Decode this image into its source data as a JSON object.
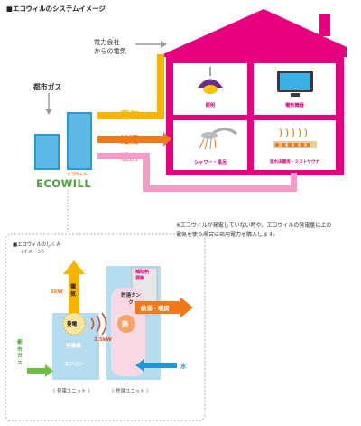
{
  "title": "■エコウィルのシステムイメージ",
  "electric_company": [
    "電力会社",
    "からの電気"
  ],
  "city_gas": "都市ガス",
  "lines": {
    "electricity": "電気",
    "hot_water": "給湯",
    "heating": "暖房"
  },
  "logo": {
    "text": "ECOWILL",
    "kana": "エコウィル"
  },
  "rooms": {
    "lighting": "照明",
    "appliances": "電気機器",
    "shower": "シャワー・風呂",
    "floor_heating": "温水床暖房・ミストサウナ"
  },
  "note": [
    "※エコウィルが発電していない時や、エコウィルの発電量以上の",
    "電気を使う場合は商用電力を購入します。"
  ],
  "inset": {
    "title": [
      "■エコウィルのしくみ",
      "（イメージ）"
    ],
    "power_out": "1kW",
    "electricity": "電気",
    "generation": "発電",
    "generator": "発電機",
    "engine": "エンジン",
    "heat_out": "2.5kW",
    "storage_tank": "貯湯タンク",
    "heat": "熱",
    "aux_heater": "補助熱源機",
    "supply": "給湯・暖房",
    "water": "水",
    "city_gas": "都市ガス",
    "gen_unit": "〈 発電ユニット 〉",
    "storage_unit": "〈 貯湯ユニット 〉"
  },
  "colors": {
    "pink": "#e6007e",
    "yellow": "#f7b500",
    "orange": "#f07a1a",
    "light_pink": "#f79ac8",
    "blue": "#1e96d8",
    "green": "#6cbf3e",
    "grey_arrow": "#9a9a9a"
  }
}
